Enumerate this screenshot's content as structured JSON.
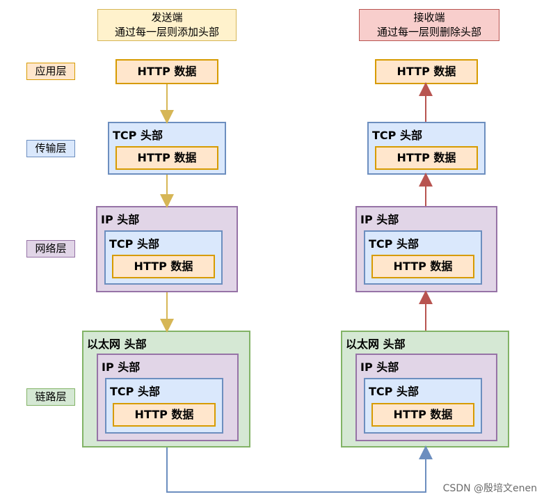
{
  "sender": {
    "title": "发送端",
    "subtitle": "通过每一层则添加头部"
  },
  "receiver": {
    "title": "接收端",
    "subtitle": "通过每一层则删除头部"
  },
  "layers": {
    "application": "应用层",
    "transport": "传输层",
    "network": "网络层",
    "link": "链路层"
  },
  "labels": {
    "http_data": "HTTP 数据",
    "tcp_header": "TCP 头部",
    "ip_header": "IP 头部",
    "ethernet_header": "以太网 头部"
  },
  "colors": {
    "sender_header_bg": "#fff2cc",
    "receiver_header_bg": "#f8cecc",
    "http": "#ffe6cc",
    "tcp": "#dae8fc",
    "ip": "#e1d5e7",
    "ethernet": "#d5e8d4",
    "send_arrow": "#d6b656",
    "receive_arrow": "#b85450",
    "link_arrow": "#6c8ebf"
  },
  "watermark": "CSDN @殷培文enen"
}
